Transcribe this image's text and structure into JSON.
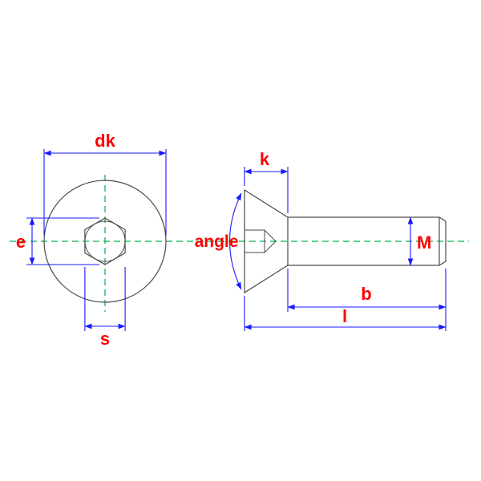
{
  "diagram": {
    "labels": {
      "head_diameter": "dk",
      "socket_width_corners": "e",
      "socket_width_flats": "s",
      "countersink_angle": "angle",
      "head_height": "k",
      "thread_size": "M",
      "thread_length": "b",
      "total_length": "l"
    },
    "colors": {
      "dimension": "#1a1aff",
      "label": "#ff0000",
      "centerline": "#00b050",
      "outline": "#4a4a4a",
      "background": "#ffffff"
    }
  }
}
